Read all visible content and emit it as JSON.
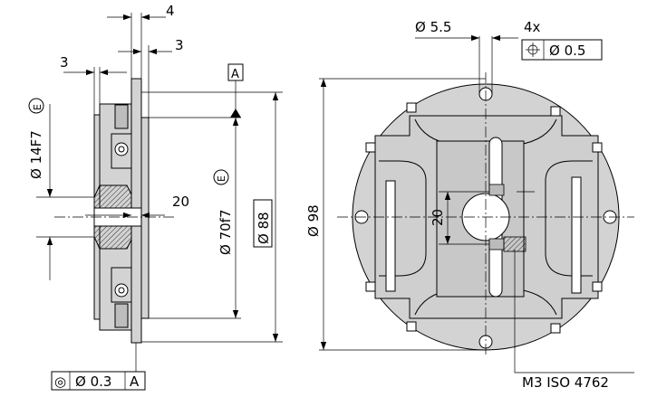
{
  "side_view": {
    "dim_top": "4",
    "dim_mid": "3",
    "dim_left": "3",
    "datum_a": "A",
    "dim_bore": "Ø 14F7",
    "dim_bore_mark": "E",
    "dim_20": "20",
    "dim_pilot": "Ø 70f7",
    "dim_pilot_mark": "E",
    "dim_88": "Ø 88",
    "fcf_symbol": "◎",
    "fcf_tol": "Ø 0.3",
    "fcf_datum": "A"
  },
  "front_view": {
    "dim_hole": "Ø 5.5",
    "dim_count": "4x",
    "fcf_symbol": "⌖",
    "fcf_tol": "Ø 0.5",
    "dim_98": "Ø 98",
    "dim_20": "20",
    "screw_label": "M3 ISO 4762"
  }
}
